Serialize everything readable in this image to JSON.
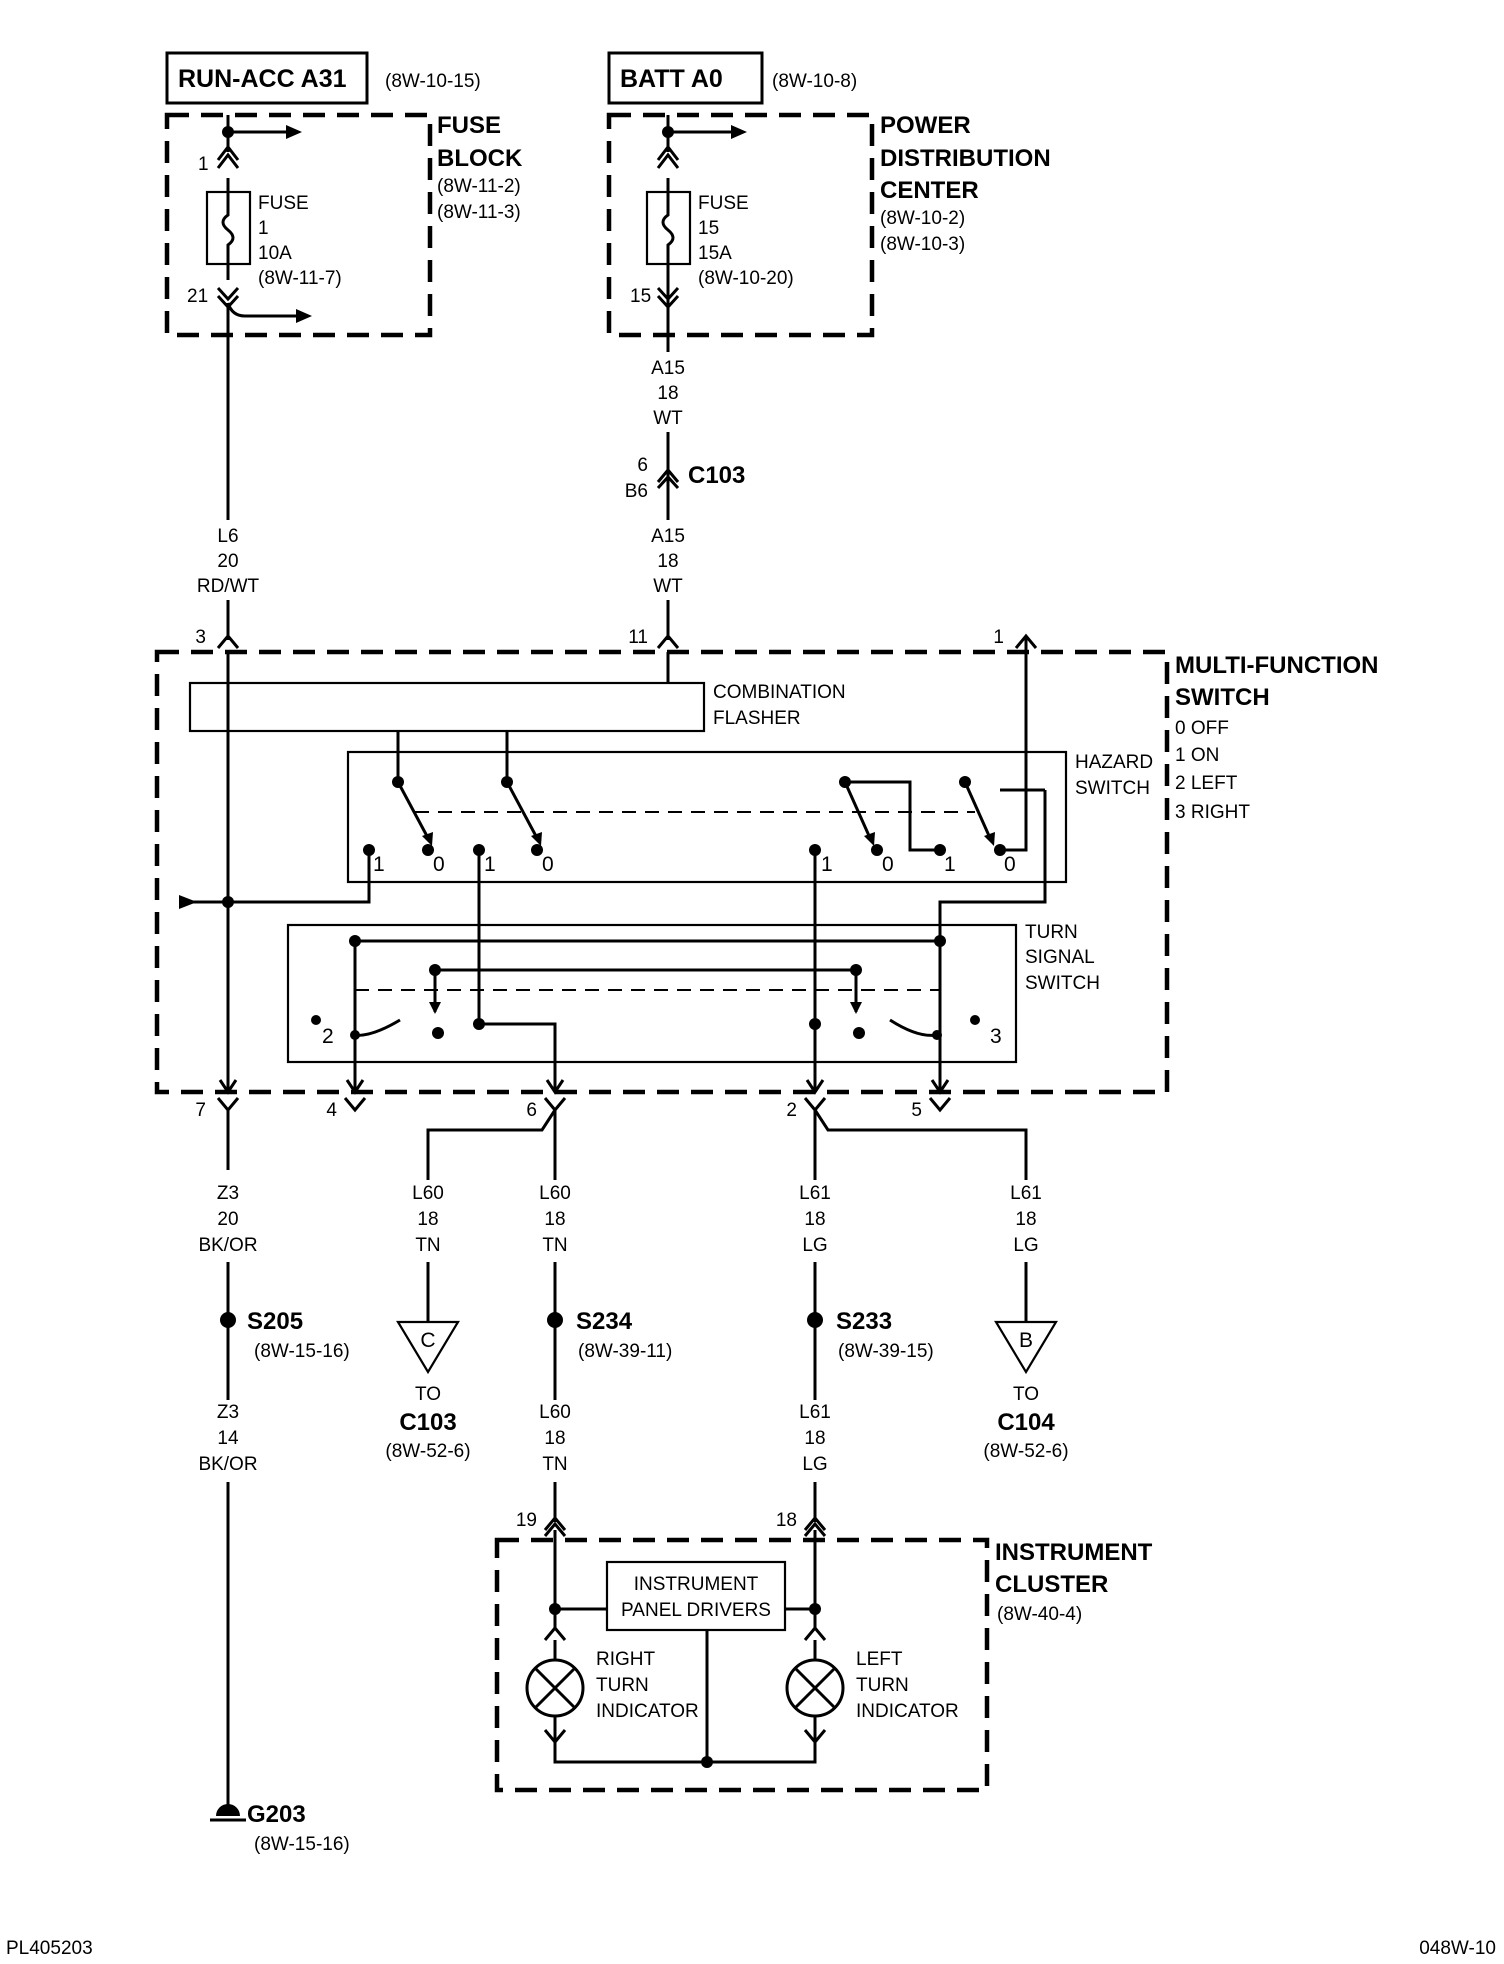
{
  "sources": {
    "fuse_block_source": {
      "label": "RUN-ACC A31",
      "ref": "(8W-10-15)"
    },
    "pdc_source": {
      "label": "BATT A0",
      "ref": "(8W-10-8)"
    }
  },
  "fuse_block": {
    "title_line1": "FUSE",
    "title_line2": "BLOCK",
    "ref1": "(8W-11-2)",
    "ref2": "(8W-11-3)",
    "fuse_label": "FUSE",
    "fuse_number": "1",
    "fuse_rating": "10A",
    "fuse_ref": "(8W-11-7)",
    "pin_in": "1",
    "pin_out": "21"
  },
  "pdc": {
    "title_line1": "POWER",
    "title_line2": "DISTRIBUTION",
    "title_line3": "CENTER",
    "ref1": "(8W-10-2)",
    "ref2": "(8W-10-3)",
    "fuse_label": "FUSE",
    "fuse_number": "15",
    "fuse_rating": "15A",
    "fuse_ref": "(8W-10-20)",
    "pin_out": "15"
  },
  "wires": {
    "a15_top": {
      "circuit": "A15",
      "gauge": "18",
      "color": "WT"
    },
    "a15_bottom": {
      "circuit": "A15",
      "gauge": "18",
      "color": "WT"
    },
    "l6": {
      "circuit": "L6",
      "gauge": "20",
      "color": "RD/WT"
    },
    "z3_top": {
      "circuit": "Z3",
      "gauge": "20",
      "color": "BK/OR"
    },
    "z3_bottom": {
      "circuit": "Z3",
      "gauge": "14",
      "color": "BK/OR"
    },
    "l60_left": {
      "circuit": "L60",
      "gauge": "18",
      "color": "TN"
    },
    "l60_mid": {
      "circuit": "L60",
      "gauge": "18",
      "color": "TN"
    },
    "l60_bottom": {
      "circuit": "L60",
      "gauge": "18",
      "color": "TN"
    },
    "l61_mid": {
      "circuit": "L61",
      "gauge": "18",
      "color": "LG"
    },
    "l61_right": {
      "circuit": "L61",
      "gauge": "18",
      "color": "LG"
    },
    "l61_bottom": {
      "circuit": "L61",
      "gauge": "18",
      "color": "LG"
    }
  },
  "c103": {
    "name": "C103",
    "pin_top": "6",
    "pin_bottom": "B6"
  },
  "mfs": {
    "title_line1": "MULTI-FUNCTION",
    "title_line2": "SWITCH",
    "legend": [
      "0 OFF",
      "1 ON",
      "2 LEFT",
      "3 RIGHT"
    ],
    "flasher_line1": "COMBINATION",
    "flasher_line2": "FLASHER",
    "hazard_line1": "HAZARD",
    "hazard_line2": "SWITCH",
    "turn_line1": "TURN",
    "turn_line2": "SIGNAL",
    "turn_line3": "SWITCH",
    "pins_top": [
      "3",
      "11",
      "1"
    ],
    "pins_bottom": [
      "7",
      "4",
      "6",
      "2",
      "5"
    ],
    "hazard_positions": [
      "1",
      "0",
      "1",
      "0",
      "1",
      "0",
      "1",
      "0"
    ],
    "turn_positions": [
      "2",
      "3"
    ]
  },
  "splices": {
    "s205": {
      "name": "S205",
      "ref": "(8W-15-16)"
    },
    "s234": {
      "name": "S234",
      "ref": "(8W-39-11)"
    },
    "s233": {
      "name": "S233",
      "ref": "(8W-39-15)"
    }
  },
  "offpage": {
    "c": {
      "letter": "C",
      "to": "TO",
      "conn": "C103",
      "ref": "(8W-52-6)"
    },
    "b": {
      "letter": "B",
      "to": "TO",
      "conn": "C104",
      "ref": "(8W-52-6)"
    }
  },
  "cluster": {
    "title_line1": "INSTRUMENT",
    "title_line2": "CLUSTER",
    "ref": "(8W-40-4)",
    "drivers_line1": "INSTRUMENT",
    "drivers_line2": "PANEL DRIVERS",
    "right_line1": "RIGHT",
    "right_line2": "TURN",
    "right_line3": "INDICATOR",
    "left_line1": "LEFT",
    "left_line2": "TURN",
    "left_line3": "INDICATOR",
    "pin_right": "19",
    "pin_left": "18"
  },
  "ground": {
    "name": "G203",
    "ref": "(8W-15-16)"
  },
  "footer": {
    "left_code": "PL405203",
    "right_code": "048W-10"
  }
}
